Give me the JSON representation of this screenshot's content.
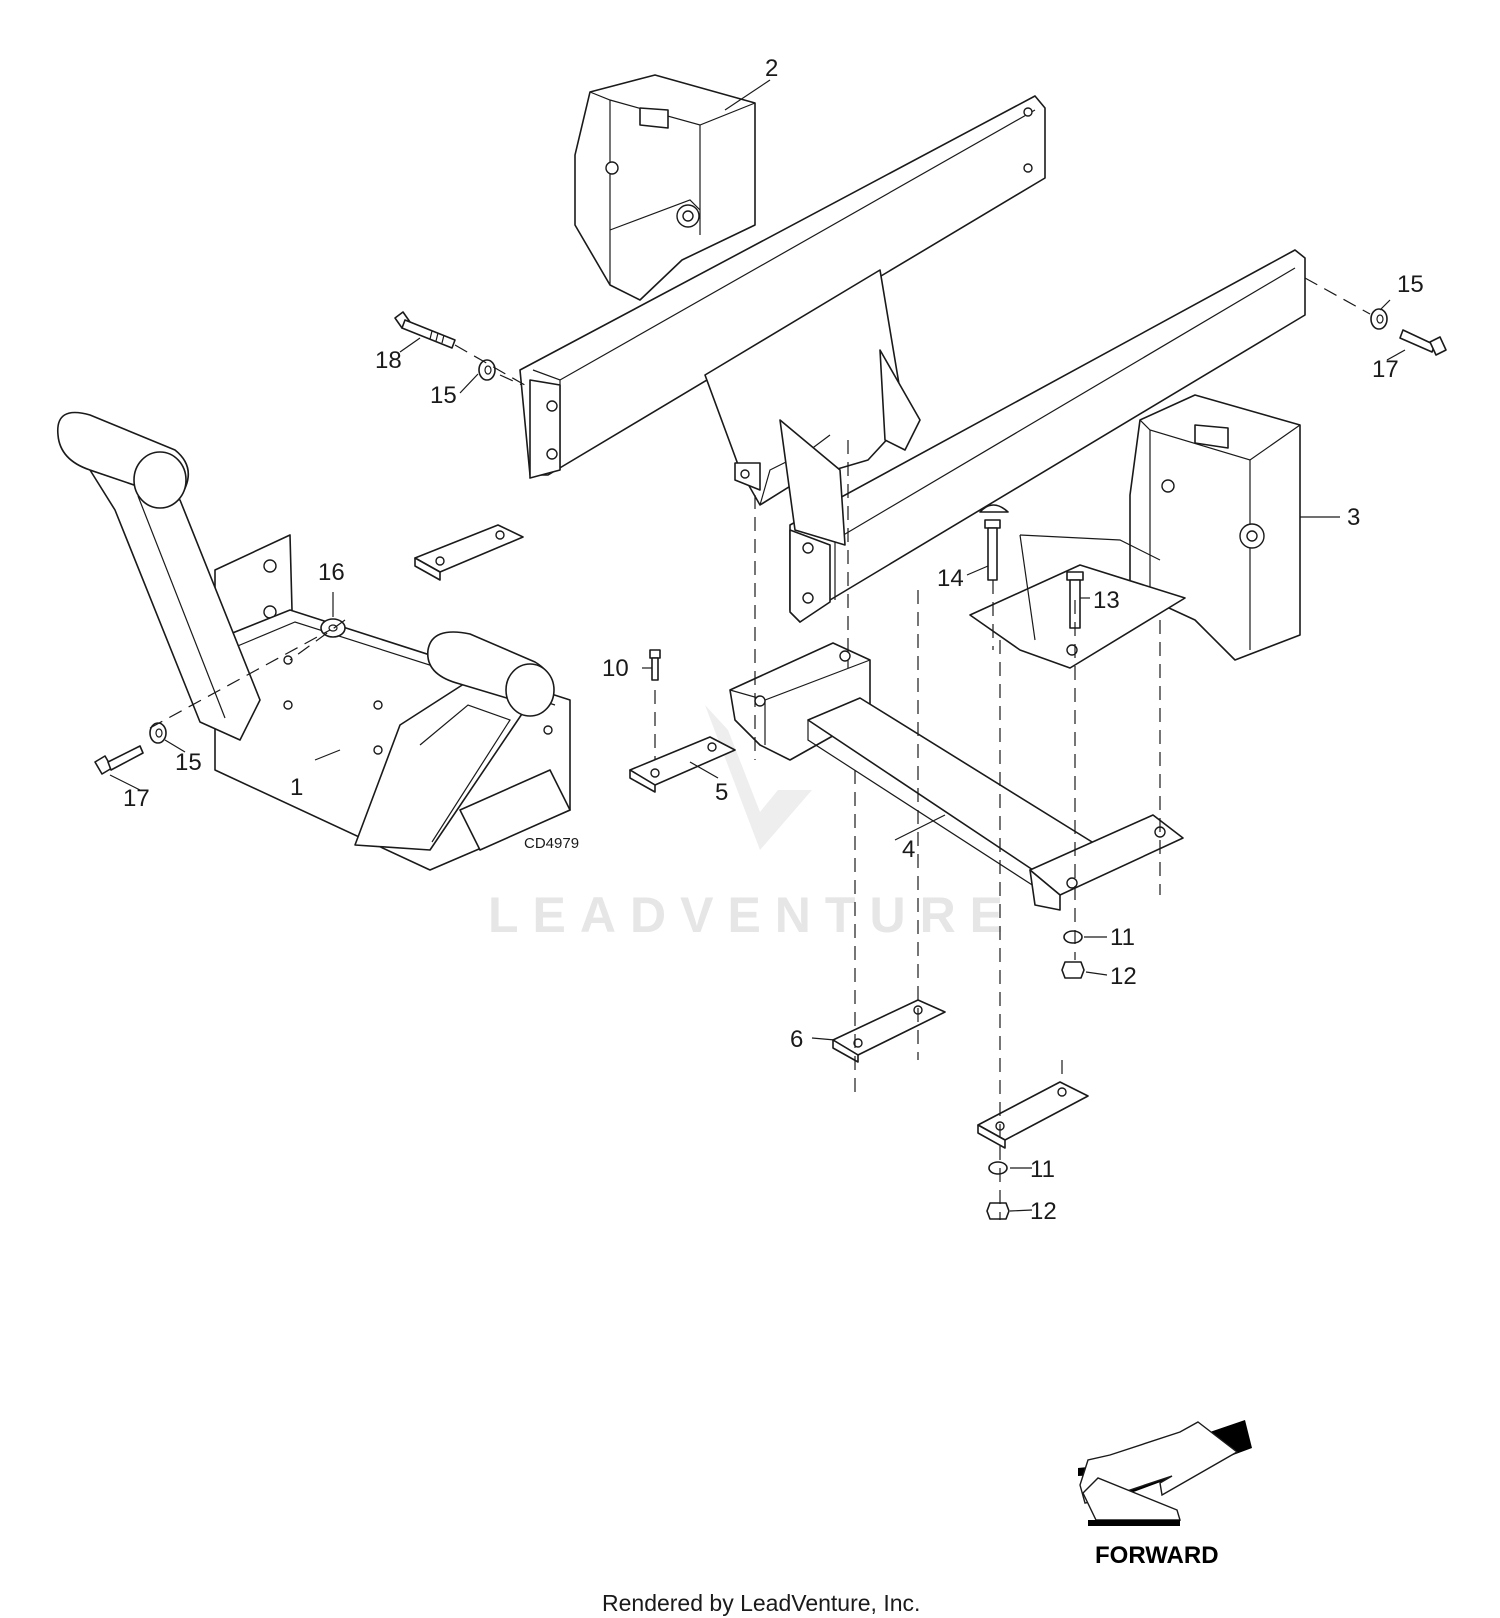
{
  "watermark": {
    "text": "LEADVENTURE"
  },
  "drawing_code": "CD4979",
  "direction": {
    "label": "FORWARD"
  },
  "footer": {
    "text": "Rendered by LeadVenture, Inc."
  },
  "callouts": {
    "c1": "1",
    "c2": "2",
    "c3": "3",
    "c4": "4",
    "c5": "5",
    "c6": "6",
    "c10": "10",
    "c11a": "11",
    "c11b": "11",
    "c12a": "12",
    "c12b": "12",
    "c13": "13",
    "c14": "14",
    "c15a": "15",
    "c15b": "15",
    "c15c": "15",
    "c16": "16",
    "c17a": "17",
    "c17b": "17",
    "c18": "18"
  }
}
